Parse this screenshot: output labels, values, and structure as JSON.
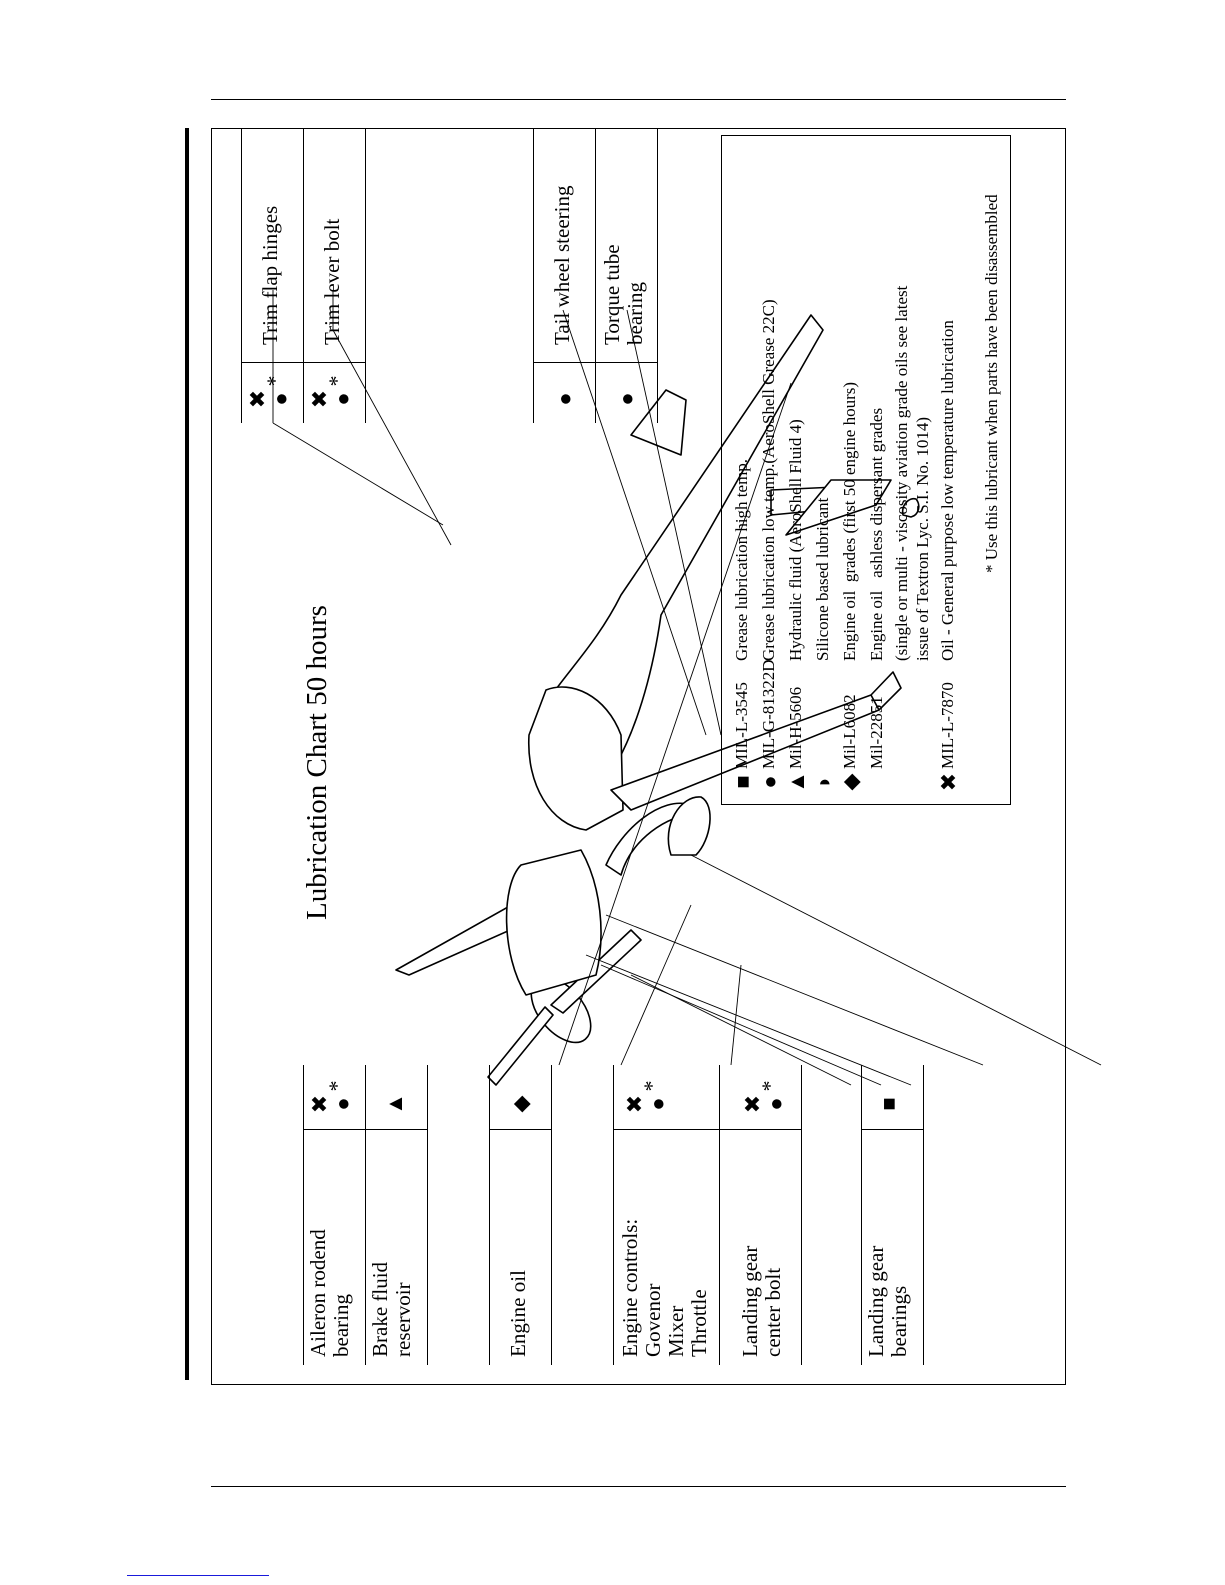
{
  "title": "Lubrication Chart 50 hours",
  "left_labels": {
    "aileron": "Aileron rodend\nbearing",
    "brake": "Brake fluid\nreservoir",
    "engine_oil": "Engine oil",
    "engine_controls": "Engine controls:\nGovenor\nMixer\nThrottle",
    "lg_center": "Landing gear\ncenter bolt",
    "lg_bearings": "Landing gear\nbearings"
  },
  "right_labels": {
    "trim_flap": "Trim flap hinges",
    "trim_lever": "Trim lever bolt",
    "tail_wheel": "Tail wheel steering",
    "torque_tube": "Torque tube\nbearing"
  },
  "symbols": {
    "square": "■",
    "circle": "●",
    "triangle": "▲",
    "half": "◗",
    "diamond": "◆",
    "cross": "✖",
    "star": "*"
  },
  "legend": [
    {
      "symbol": "■",
      "spec": "MIL-L-3545",
      "desc": "Grease lubrication high temp."
    },
    {
      "symbol": "●",
      "spec": "MIL-G-81322D",
      "desc": "Grease lubrication low temp.(AeroShell Grease 22C)"
    },
    {
      "symbol": "▲",
      "spec": "Mil-H-5606",
      "desc": "Hydraulic fluid (AeroShell Fluid 4)"
    },
    {
      "symbol": "◗",
      "spec": "",
      "desc": "Silicone based lubricant"
    },
    {
      "symbol": "◆",
      "spec": "Mil-L6082",
      "desc": "Engine oil  grades (first 50 engine hours)"
    },
    {
      "symbol": "",
      "spec": "Mil-22851",
      "desc": "Engine oil   ashless dispersant grades"
    },
    {
      "symbol": "",
      "spec": "",
      "desc": "(single or multi - viscosity aviation grade oils see latest\nissue of Textron Lyc. S.I. No. 1014)"
    },
    {
      "symbol": "✖",
      "spec": "MIL-L-7870",
      "desc": "Oil - General purpose low temperature lubrication"
    }
  ],
  "legend_note": "* Use this lubricant when parts have been disassembled"
}
